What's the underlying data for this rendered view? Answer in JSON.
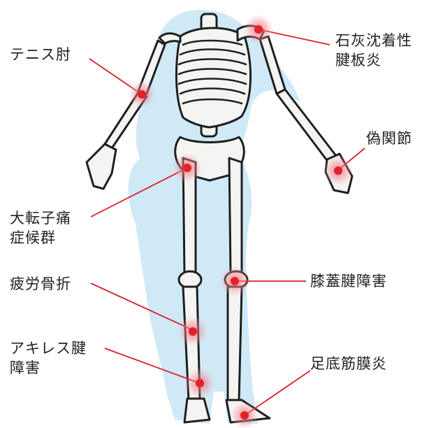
{
  "labels": {
    "tennis_elbow": "テニス肘",
    "calcific_tendinitis": "石灰沈着性\n腱板炎",
    "pseudarthrosis": "偽関節",
    "trochanteric_syndrome": "大転子痛\n症候群",
    "stress_fracture": "疲労骨折",
    "patellar_tendinopathy": "膝蓋腱障害",
    "achilles_tendinopathy": "アキレス腱\n障害",
    "plantar_fasciitis": "足底筋膜炎"
  },
  "colors": {
    "silhouette": "#cfe9f7",
    "bone_fill": "#f4f4f2",
    "bone_stroke": "#1f1f1f",
    "marker": "#e4202a",
    "glow": "#f48b95",
    "leader_line": "#d9202a"
  }
}
